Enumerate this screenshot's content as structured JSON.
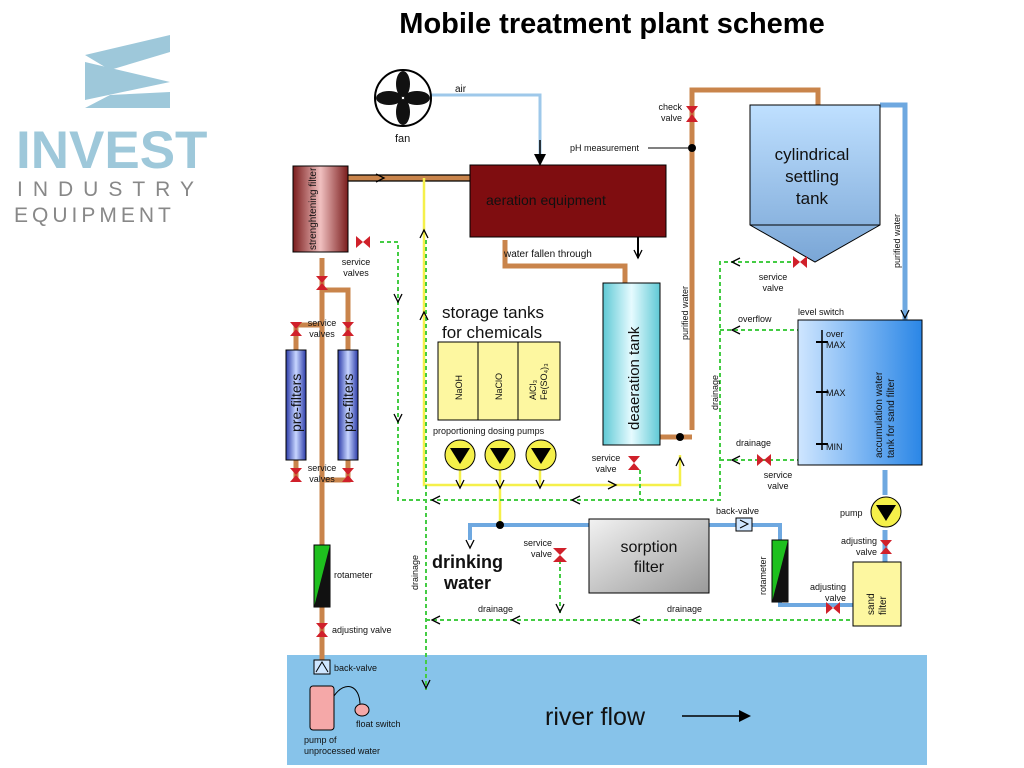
{
  "title": "Mobile treatment plant scheme",
  "logo": {
    "word1": "INVEST",
    "word2": "INDUSTRY",
    "word3": "EQUIPMENT"
  },
  "colors": {
    "river": "#87c3ea",
    "aeration": "#7f0d10",
    "pipe": "#c9844b",
    "drainage": "#44cc44",
    "dosing": "#f5f04a",
    "purified": "#6ea8e0",
    "valve": "#d0202a"
  },
  "labels": {
    "fan": "fan",
    "air": "air",
    "check_valve": "check\nvalve",
    "ph": "pH measurement",
    "strengthening_filter": "strenghtening\nfilter",
    "aeration": "aeration equipment",
    "water_fallen": "water fallen through",
    "settling_tank": "cylindrical\nsettling\ntank",
    "service_valves_1": "service\nvalves",
    "service_valves_2": "service\nvalves",
    "service_valves_3": "service\nvalves",
    "storage_tanks": "storage tanks\nfor chemicals",
    "chem1": "NaOH",
    "chem2": "NaClO",
    "chem3": "AlCl₃\nFe(SO₄)₃",
    "dosing_pumps": "proportioning dosing pumps",
    "pre_filter_1": "pre-filters",
    "pre_filter_2": "pre-filters",
    "deaeration_tank": "deaeration tank",
    "purified_water_1": "purified water",
    "purified_water_2": "purified water",
    "service_valve_deaer": "service\nvalve",
    "service_valve_settle": "service\nvalve",
    "service_valve_accum": "service\nvalve",
    "overflow": "overflow",
    "level_switch": "level switch",
    "over_max": "over\nMAX",
    "max": "MAX",
    "min": "MIN",
    "accumulation_tank": "accumulation water\ntank for sand filter",
    "drainage_v1": "drainage",
    "drainage_left": "drainage",
    "drainage_acc": "drainage",
    "drainage_bottom1": "drainage",
    "drainage_bottom2": "drainage",
    "pump": "pump",
    "back_valve_right": "back-valve",
    "sorption_filter": "sorption\nfilter",
    "service_valve_drink": "service\nvalve",
    "drinking_water": "drinking\nwater",
    "rotameter_left": "rotameter",
    "rotameter_right": "rotameter",
    "adjusting_valve_right1": "adjusting\nvalve",
    "adjusting_valve_right2": "adjusting\nvalve",
    "sand_filter": "sand\nfilter",
    "adjusting_valve_left": "adjusting valve",
    "back_valve_left": "back-valve",
    "float_switch": "float switch",
    "pump_unprocessed": "pump of\nunprocessed water",
    "river_flow": "river flow"
  }
}
